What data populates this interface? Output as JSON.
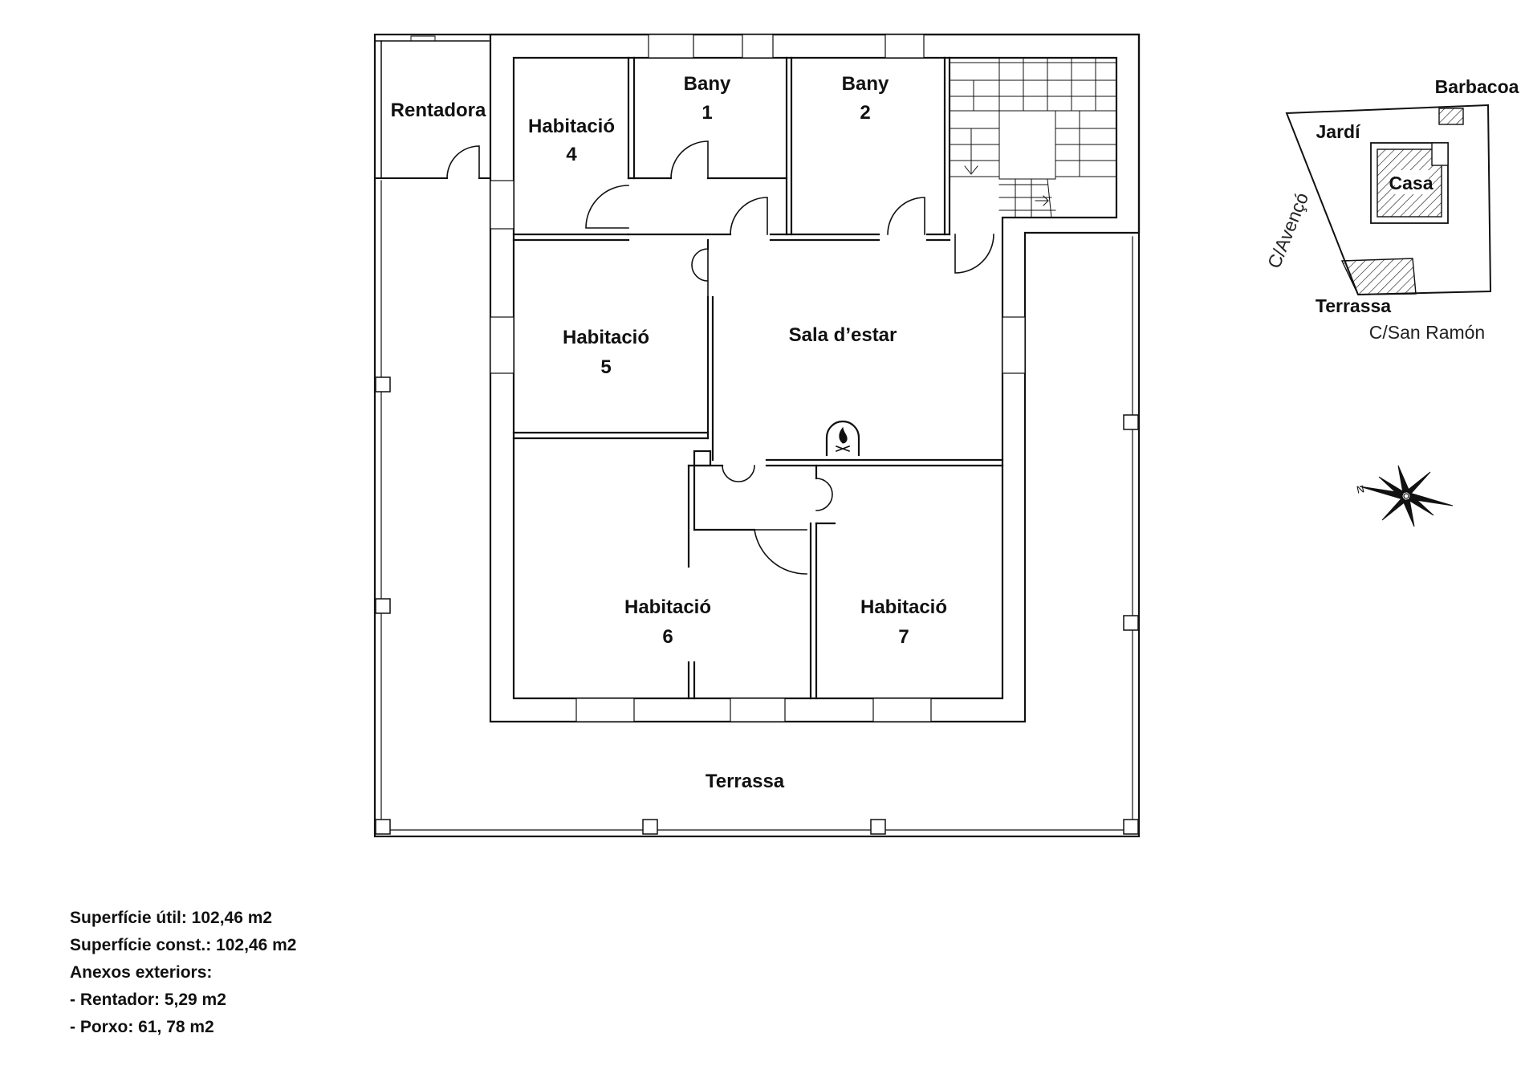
{
  "rooms": {
    "rentadora": "Rentadora",
    "habitacio4": {
      "name": "Habitació",
      "num": "4"
    },
    "bany1": {
      "name": "Bany",
      "num": "1"
    },
    "bany2": {
      "name": "Bany",
      "num": "2"
    },
    "habitacio5": {
      "name": "Habitació",
      "num": "5"
    },
    "sala": "Sala d’estar",
    "habitacio6": {
      "name": "Habitació",
      "num": "6"
    },
    "habitacio7": {
      "name": "Habitació",
      "num": "7"
    },
    "terrassa": "Terrassa"
  },
  "site": {
    "barbacoa": "Barbacoa",
    "jardi": "Jardí",
    "casa": "Casa",
    "terrassa": "Terrassa",
    "street_side": "C/Avençó",
    "street_front": "C/San Ramón",
    "north": "N"
  },
  "summary": [
    "Superfície útil: 102,46 m2",
    "Superfície const.: 102,46 m2",
    "Anexos exteriors:",
    "- Rentador: 5,29 m2",
    "- Porxo: 61, 78 m2"
  ],
  "colors": {
    "ink": "#111111",
    "background": "#ffffff"
  }
}
